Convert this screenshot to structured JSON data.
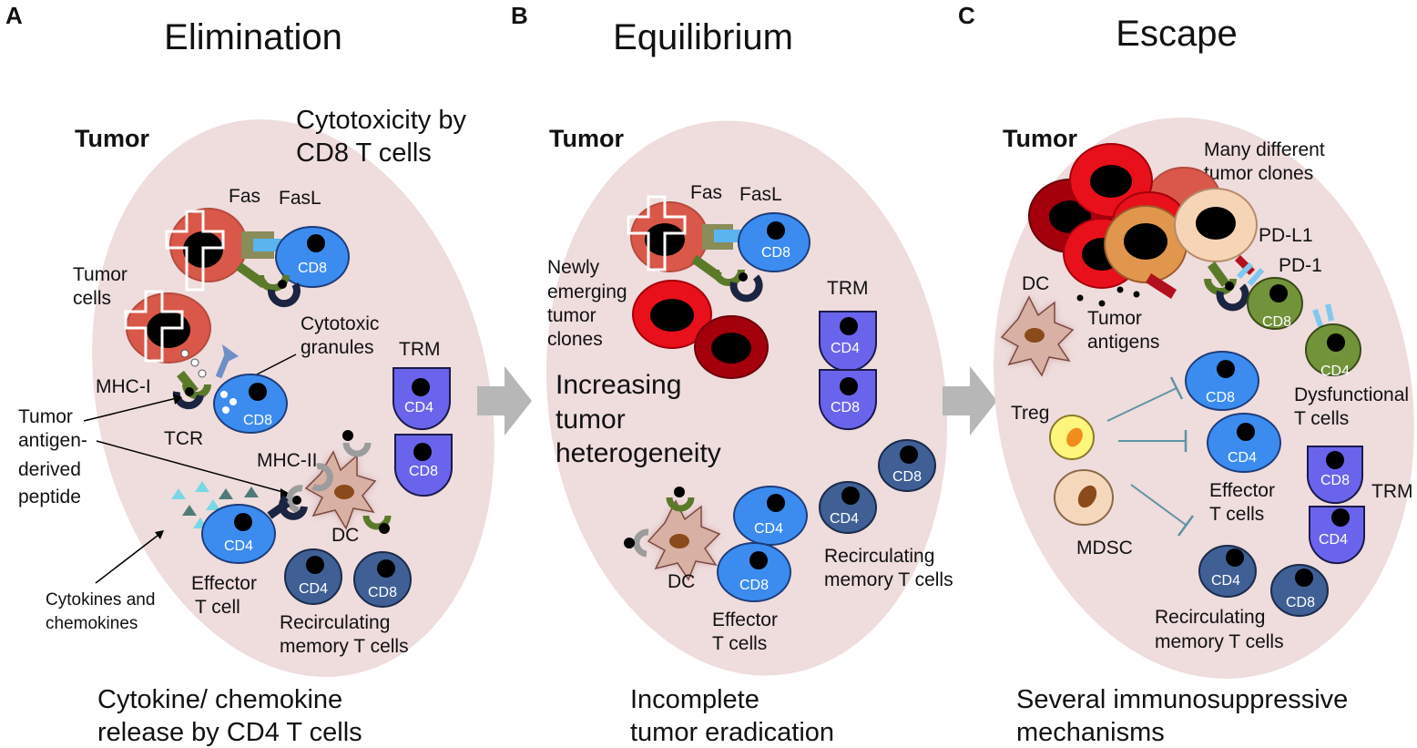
{
  "panels": [
    {
      "letter": "A",
      "title": "Elimination",
      "tumor_label": "Tumor",
      "top_caption": [
        "Cytotoxicity by",
        "CD8 T cells"
      ],
      "bottom_caption": [
        "Cytokine/ chemokine",
        "release by CD4 T cells"
      ],
      "labels": {
        "fas": "Fas",
        "fasl": "FasL",
        "tumor_cells": [
          "Tumor",
          "cells"
        ],
        "cytotoxic_granules": [
          "Cytotoxic",
          "granules"
        ],
        "mhc1": "MHC-I",
        "tcr": "TCR",
        "trm": "TRM",
        "peptide": [
          "Tumor",
          "antigen-",
          "derived",
          "peptide"
        ],
        "mhc2": "MHC-II",
        "dc": "DC",
        "cytokines": [
          "Cytokines and",
          "chemokines"
        ],
        "effector": [
          "Effector",
          "T cell"
        ],
        "recirc": [
          "Recirculating",
          "memory T cells"
        ]
      }
    },
    {
      "letter": "B",
      "title": "Equilibrium",
      "tumor_label": "Tumor",
      "bottom_caption": [
        "Incomplete",
        "tumor eradication"
      ],
      "labels": {
        "fas": "Fas",
        "fasl": "FasL",
        "newly": [
          "Newly",
          "emerging",
          "tumor",
          "clones"
        ],
        "trm": "TRM",
        "heterogeneity": [
          "Increasing",
          "tumor",
          "heterogeneity"
        ],
        "dc": "DC",
        "effector": [
          "Effector",
          "T cells"
        ],
        "recirc": [
          "Recirculating",
          "memory T cells"
        ]
      }
    },
    {
      "letter": "C",
      "title": "Escape",
      "tumor_label": "Tumor",
      "bottom_caption": [
        "Several immunosuppressive",
        "mechanisms"
      ],
      "labels": {
        "many": [
          "Many different",
          "tumor clones"
        ],
        "pdl1": "PD-L1",
        "pd1": "PD-1",
        "dc": "DC",
        "antigens": [
          "Tumor",
          "antigens"
        ],
        "treg": "Treg",
        "mdsc": "MDSC",
        "dysfunctional": [
          "Dysfunctional",
          "T cells"
        ],
        "effector": [
          "Effector",
          "T cells"
        ],
        "trm": "TRM",
        "recirc": [
          "Recirculating",
          "memory T cells"
        ]
      }
    }
  ],
  "cell_labels": {
    "cd4": "CD4",
    "cd8": "CD8"
  },
  "colors": {
    "tumor_region": "#efdcdc",
    "tumor_cell": "#d9584a",
    "clone_red": "#e8101a",
    "clone_dark": "#a4000c",
    "clone_orange": "#e0964c",
    "clone_beige": "#f6d4b6",
    "effector_blue": "#3c8cf0",
    "memory_navy": "#3f5f95",
    "trm_purple": "#6a64ec",
    "dysfunctional_green": "#72933a",
    "dc_pink": "#d8b0a4",
    "treg_yellow": "#fdf57c",
    "mdsc_beige": "#f5d8bc",
    "arrow_gray": "#b7b7b7",
    "inhibit_line": "#5f93a6"
  }
}
